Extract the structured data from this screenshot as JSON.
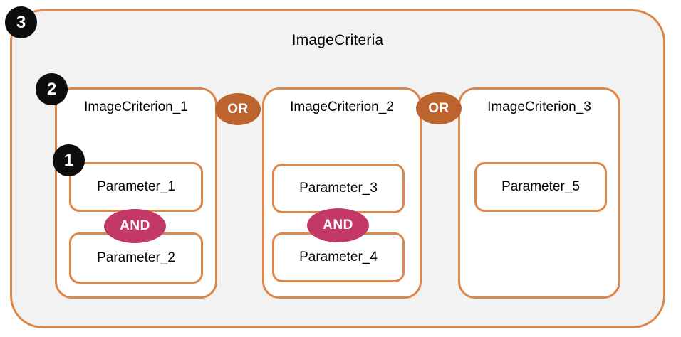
{
  "diagram": {
    "title": "ImageCriteria",
    "colors": {
      "border_orange": "#DC8749",
      "container_fill": "#F2F2F2",
      "box_fill": "#FFFFFF",
      "or_badge_fill": "#BC632E",
      "and_badge_fill": "#C23966",
      "marker_fill": "#0D0D0D",
      "badge_text": "#FFFFFF",
      "label_text": "#000000"
    },
    "criteria": [
      {
        "label": "ImageCriterion_1",
        "join": "AND",
        "parameters": [
          {
            "label": "Parameter_1"
          },
          {
            "label": "Parameter_2"
          }
        ]
      },
      {
        "label": "ImageCriterion_2",
        "join": "AND",
        "parameters": [
          {
            "label": "Parameter_3"
          },
          {
            "label": "Parameter_4"
          }
        ]
      },
      {
        "label": "ImageCriterion_3",
        "parameters": [
          {
            "label": "Parameter_5"
          }
        ]
      }
    ],
    "connectors": [
      {
        "label": "OR"
      },
      {
        "label": "OR"
      }
    ],
    "markers": [
      {
        "label": "3"
      },
      {
        "label": "2"
      },
      {
        "label": "1"
      }
    ]
  }
}
